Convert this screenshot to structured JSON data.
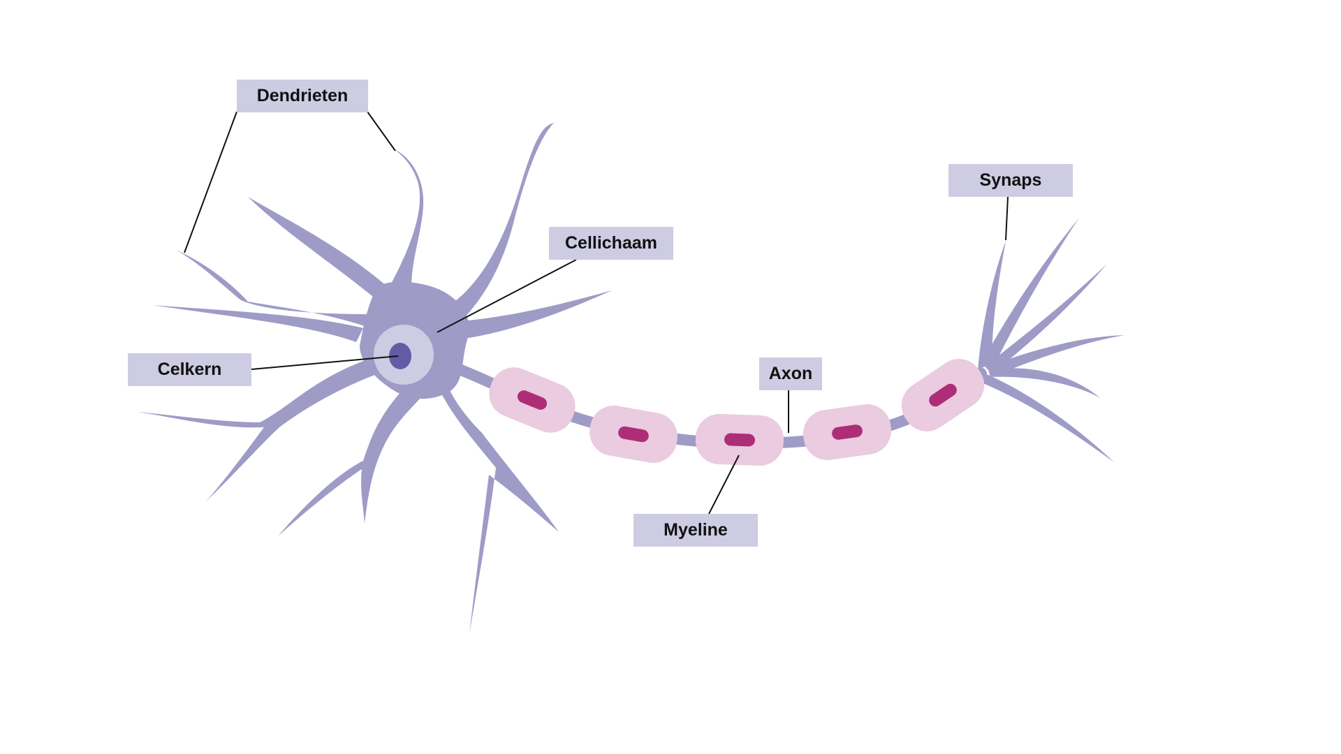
{
  "labels": {
    "dendrieten": "Dendrieten",
    "cellichaam": "Cellichaam",
    "celkern": "Celkern",
    "axon": "Axon",
    "myeline": "Myeline",
    "synaps": "Synaps"
  },
  "colors": {
    "neuron": "#9e9bc6",
    "nucleus_ring": "#cdcce3",
    "nucleus": "#625ca4",
    "myelin_sheath": "#eacbdf",
    "myelin_core": "#ad2e77",
    "label_background": "#cdcce3",
    "leader_line": "#111111"
  }
}
